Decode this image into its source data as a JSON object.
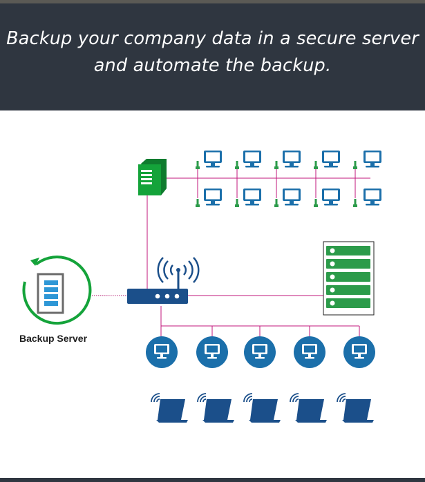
{
  "banner": {
    "line1": "Backup your company data in a secure server",
    "line2": "and automate the backup."
  },
  "backup_server": {
    "label": "Backup Server"
  },
  "colors": {
    "banner_bg": "#2f3640",
    "link": "#c2167b",
    "dotted_link": "#b0136c",
    "accent_green": "#14a33a",
    "accent_blue": "#1b6faa",
    "light_blue": "#2e97d6",
    "dark_blue": "#1b4f8a",
    "rack_green": "#2c9b4a"
  },
  "icons": {
    "desktop_monitor": "desktop-monitor-icon",
    "file_server": "tower-server-icon",
    "router": "wifi-router-icon",
    "rack": "server-rack-icon",
    "workstation": "workstation-circle-icon",
    "laptop": "wireless-laptop-icon",
    "backup": "backup-sync-icon"
  }
}
